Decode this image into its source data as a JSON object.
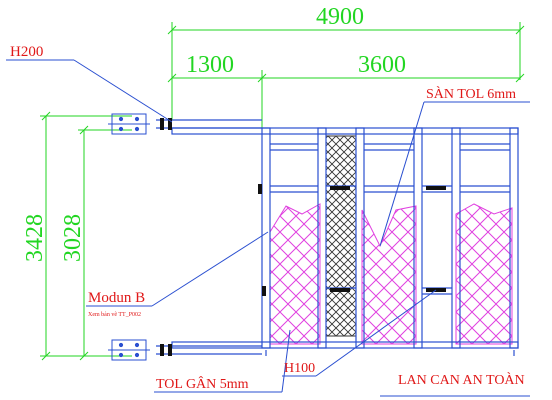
{
  "dimensions": {
    "total_width": "4900",
    "left_span": "1300",
    "right_span": "3600",
    "outer_height": "3428",
    "inner_height": "3028"
  },
  "labels": {
    "beam_h200": "H200",
    "deck_plate": "SÀN TOL 6mm",
    "module": "Modun B",
    "module_ref": "Xem bản vẽ TT_P002",
    "beam_h100": "H100",
    "ribbed_plate": "TOL GÂN 5mm",
    "safety_rail": "LAN CAN AN TOÀN"
  },
  "colors": {
    "frame": "#2a4fd0",
    "dimension": "#22d622",
    "label": "#e01818",
    "hatch": "#e040e0",
    "hatch_dark": "#333333",
    "leader": "#2a4fd0",
    "grey": "#888888"
  }
}
